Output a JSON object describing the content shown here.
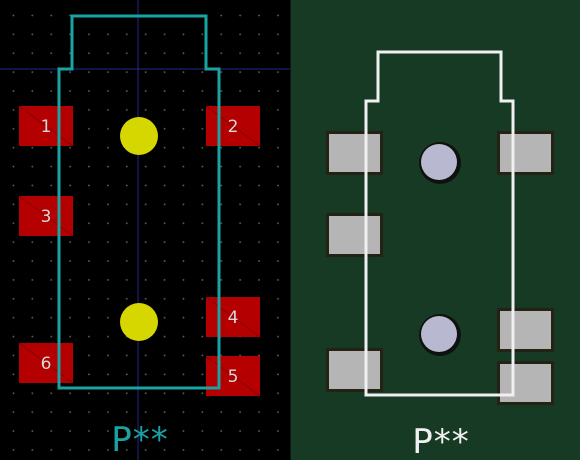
{
  "left_view": {
    "label": "PCB footprint editor view",
    "colors": {
      "background": "#000000",
      "courtyard": "#1aa3a3",
      "pad": "#b40000",
      "hole": "#d6d600",
      "crosshair": "#1f2a8c",
      "reference": "#1aa3a3"
    },
    "pad_labels": [
      "1",
      "2",
      "3",
      "4",
      "5",
      "6"
    ],
    "reference": "P**"
  },
  "right_view": {
    "label": "3D board render view",
    "colors": {
      "background": "#163a23",
      "outline": "#f0f0f0",
      "pad": "#b5b5b5",
      "hole": "#b8b8d0",
      "reference": "#f0f0f0"
    },
    "reference": "P**"
  }
}
